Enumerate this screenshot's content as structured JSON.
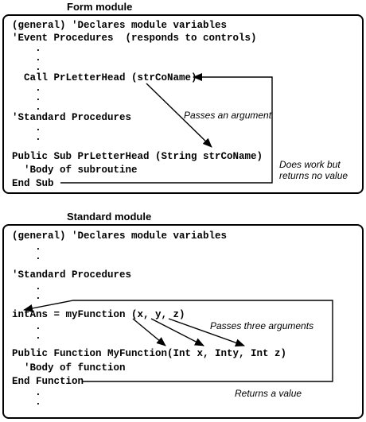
{
  "form_module": {
    "heading": "Form module",
    "lines": {
      "general": "(general) 'Declares module variables",
      "event_procs": "'Event Procedures  (responds to controls)",
      "call": "Call PrLetterHead (strCoName)",
      "standard_procs": "'Standard Procedures",
      "sub_decl": "Public Sub PrLetterHead (String strCoName)",
      "body": "'Body of subroutine",
      "end": "End Sub"
    },
    "notes": {
      "passes_argument": "Passes an argument",
      "does_work_1": "Does work but",
      "does_work_2": "returns no value"
    }
  },
  "standard_module": {
    "heading": "Standard module",
    "lines": {
      "general": "(general) 'Declares module variables",
      "standard_procs": "'Standard Procedures",
      "call": "intAns = myFunction (x, y, z)",
      "func_decl": "Public Function MyFunction(Int x, Inty, Int z)",
      "body": "'Body of function",
      "end": "End Function"
    },
    "notes": {
      "passes_three": "Passes three arguments",
      "returns_value": "Returns a value"
    }
  },
  "ellipsis_dot": "."
}
